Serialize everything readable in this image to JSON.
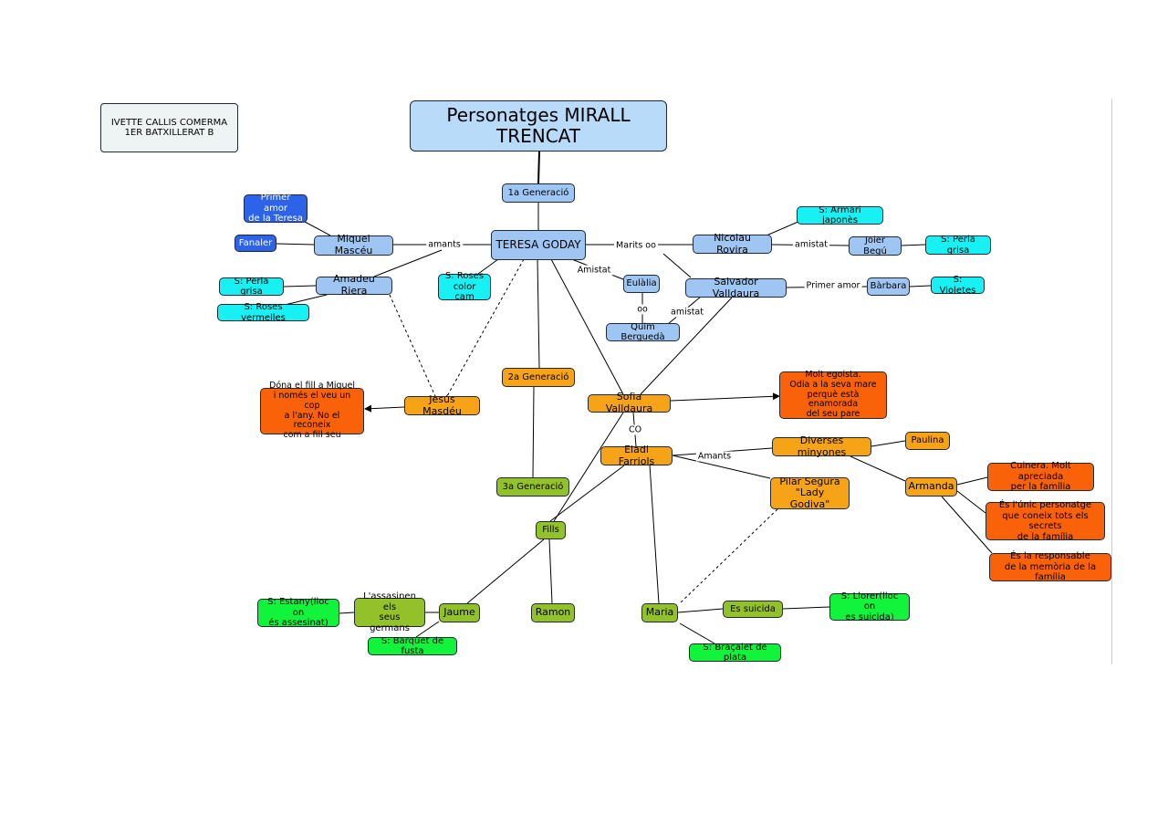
{
  "author_note": "IVETTE CALLIS COMERMA\n1ER BATXILLERAT B",
  "nodes": {
    "title": "Personatges MIRALL TRENCAT",
    "gen1": "1a Generació",
    "teresa": "TERESA GODAY",
    "primer_amor": "Primer amor\nde  la Teresa",
    "fanaler": "Fanaler",
    "miquel": "Miquel Mascéu",
    "perla1": "S: Perla grisa",
    "amadeu": "Amadeu Riera",
    "roses_verm": "S: Roses vermelles",
    "roses_cam": "S: Roses\ncolor cam",
    "armari": "S: Armari japonès",
    "nicolau": "Nicolau Rovira",
    "joier": "Joier Begú",
    "perla2": "S: Perla grisa",
    "eulalia": "Eulàlia",
    "quim": "Quim Berguedà",
    "salvador": "Salvador Valldaura",
    "barbara": "Bàrbara",
    "violetes": "S: Violetes",
    "gen2": "2a Generació",
    "jesus": "Jesús Masdéu",
    "dona_fill": "Dóna el fill a Miquel\ni només el veu un cop\na l'any. No el reconeix\ncom a fill seu",
    "sofia": "Sofia Valldaura",
    "egoista": "Molt egoista.\nOdia a la seva mare\nperquè està enamorada\ndel seu pare",
    "eladi": "Eladi Farriols",
    "minyones": "Diverses minyones",
    "paulina": "Paulina",
    "armanda": "Armanda",
    "cuinera": "Cuinera. Molt apreciada\nper la família",
    "unic": "És l'únic personatge\nque coneix tots els secrets\nde la família",
    "responsable": "És la responsable\nde la memòria de la família",
    "pilar": "Pilar Segura\n\"Lady Godiva\"",
    "gen3": "3a Generació",
    "fills": "Fills",
    "estany": "S: Estany(lloc on\nés assesinat)",
    "assasinen": "L'assasinen els\nseus germans",
    "jaume": "Jaume",
    "barquet": "S: Barquet de fusta",
    "ramon": "Ramon",
    "maria": "Maria",
    "suicida": "Es suicida",
    "llorer": "S: Llorer(lloc on\nes suicida)",
    "bracalet": "S: Braçalet de plata"
  },
  "edge_labels": {
    "amants1": "amants",
    "marits": "Marits oo",
    "amistat1": "amistat",
    "amistat2": "Amistat",
    "oo": "oo",
    "amistat3": "amistat",
    "primer_amor": "Primer amor",
    "co": "CO",
    "amants2": "Amants"
  },
  "colors": {
    "blue": "#9fc5f2",
    "dark_blue": "#2d63e8",
    "cyan": "#17f1f4",
    "orange": "#f6a318",
    "dark_orange": "#f96209",
    "olive": "#93c12a",
    "green": "#12f33c"
  }
}
